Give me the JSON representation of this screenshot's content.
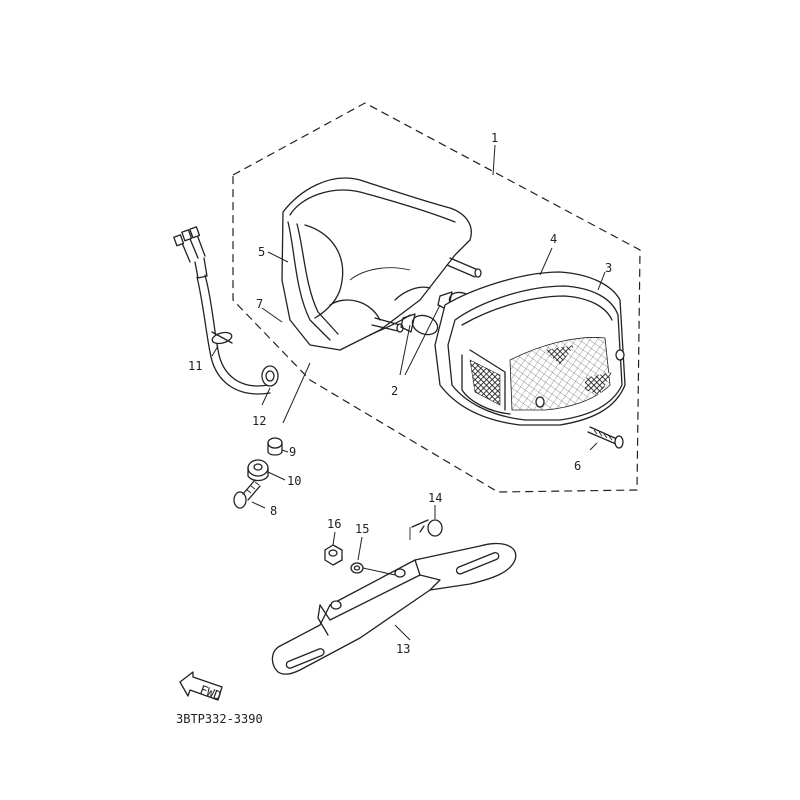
{
  "diagram": {
    "part_code": "3BTP332-3390",
    "direction_label": "FWD",
    "callouts": [
      {
        "id": "1",
        "text": "1"
      },
      {
        "id": "2",
        "text": "2"
      },
      {
        "id": "3",
        "text": "3"
      },
      {
        "id": "4",
        "text": "4"
      },
      {
        "id": "5",
        "text": "5"
      },
      {
        "id": "6",
        "text": "6"
      },
      {
        "id": "7",
        "text": "7"
      },
      {
        "id": "8",
        "text": "8"
      },
      {
        "id": "9",
        "text": "9"
      },
      {
        "id": "10",
        "text": "10"
      },
      {
        "id": "11",
        "text": "11"
      },
      {
        "id": "12",
        "text": "12"
      },
      {
        "id": "13",
        "text": "13"
      },
      {
        "id": "14",
        "text": "14"
      },
      {
        "id": "15",
        "text": "15"
      },
      {
        "id": "16",
        "text": "16"
      }
    ]
  }
}
